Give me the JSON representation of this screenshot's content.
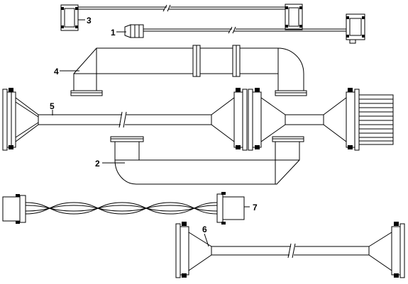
{
  "diagram": {
    "callouts": [
      {
        "id": "cable-3",
        "label": "3"
      },
      {
        "id": "cable-1",
        "label": "1"
      },
      {
        "id": "cable-4",
        "label": "4"
      },
      {
        "id": "cable-5",
        "label": "5"
      },
      {
        "id": "cable-2",
        "label": "2"
      },
      {
        "id": "cable-7",
        "label": "7"
      },
      {
        "id": "cable-6",
        "label": "6"
      }
    ]
  }
}
